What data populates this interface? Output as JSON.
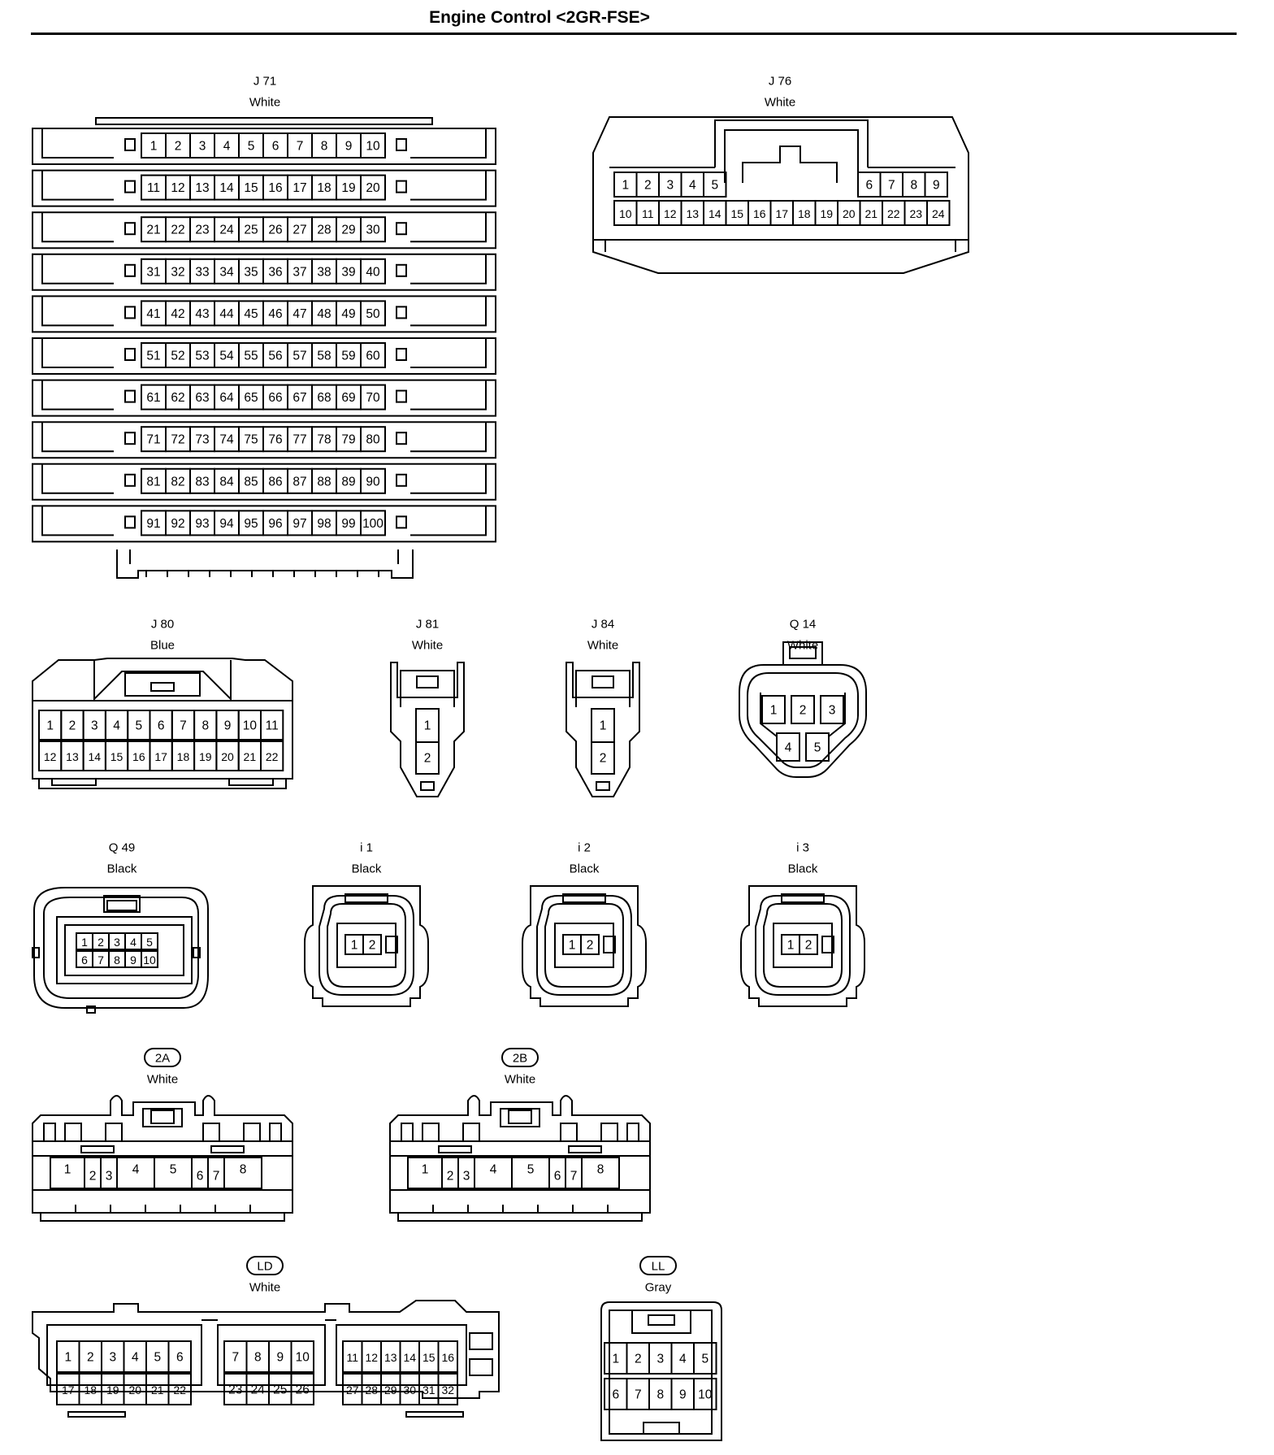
{
  "title": "Engine Control <2GR-FSE>",
  "connectors": [
    {
      "id": "J 71",
      "color": "White",
      "pins": 100
    },
    {
      "id": "J 76",
      "color": "White",
      "pins": 24
    },
    {
      "id": "J 80",
      "color": "Blue",
      "pins": 22
    },
    {
      "id": "J 81",
      "color": "White",
      "pins": 2
    },
    {
      "id": "J 84",
      "color": "White",
      "pins": 2
    },
    {
      "id": "Q 14",
      "color": "White",
      "pins": 5
    },
    {
      "id": "Q 49",
      "color": "Black",
      "pins": 10
    },
    {
      "id": "i 1",
      "color": "Black",
      "pins": 2
    },
    {
      "id": "i 2",
      "color": "Black",
      "pins": 2
    },
    {
      "id": "i 3",
      "color": "Black",
      "pins": 2
    },
    {
      "id": "2A",
      "color": "White",
      "pins": 8,
      "boxed": true
    },
    {
      "id": "2B",
      "color": "White",
      "pins": 8,
      "boxed": true
    },
    {
      "id": "LD",
      "color": "White",
      "pins": 32,
      "boxed": true
    },
    {
      "id": "LL",
      "color": "Gray",
      "pins": 10,
      "boxed": true
    }
  ]
}
